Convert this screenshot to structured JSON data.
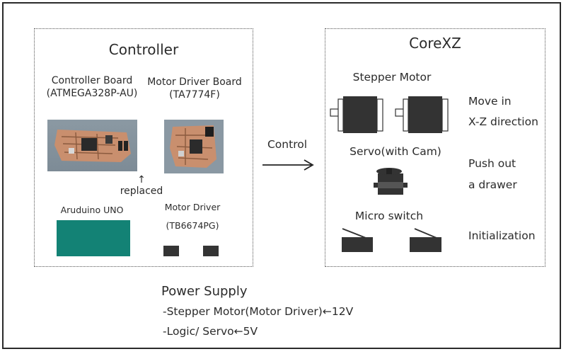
{
  "controller": {
    "title": "Controller",
    "board_label_1": "Controller Board",
    "board_label_2": "(ATMEGA328P-AU)",
    "driver_label_1": "Motor Driver Board",
    "driver_label_2": "(TA7774F)",
    "replaced_arrow": "↑",
    "replaced_label": "replaced",
    "uno_label": "Aruduino UNO",
    "motor_driver_label_1": "Motor Driver",
    "motor_driver_label_2": "(TB6674PG)"
  },
  "link": {
    "label": "Control"
  },
  "corexz": {
    "title": "CoreXZ",
    "stepper_label": "Stepper Motor",
    "stepper_desc_1": "Move in",
    "stepper_desc_2": "X-Z direction",
    "servo_label": "Servo(with Cam)",
    "servo_desc_1": "Push out",
    "servo_desc_2": "a drawer",
    "switch_label": "Micro switch",
    "switch_desc": "Initialization"
  },
  "power": {
    "title": "Power Supply",
    "line_1": "-Stepper Motor(Motor Driver)←12V",
    "line_2": "-Logic/ Servo←5V"
  },
  "colors": {
    "uno_board": "#138275",
    "motor_body": "#333333",
    "pcb_copper": "#c98f6e"
  },
  "icons": {
    "stepper": "stepper-motor-icon",
    "servo": "servo-icon",
    "switch": "micro-switch-icon",
    "arrow": "arrow-right-icon"
  }
}
